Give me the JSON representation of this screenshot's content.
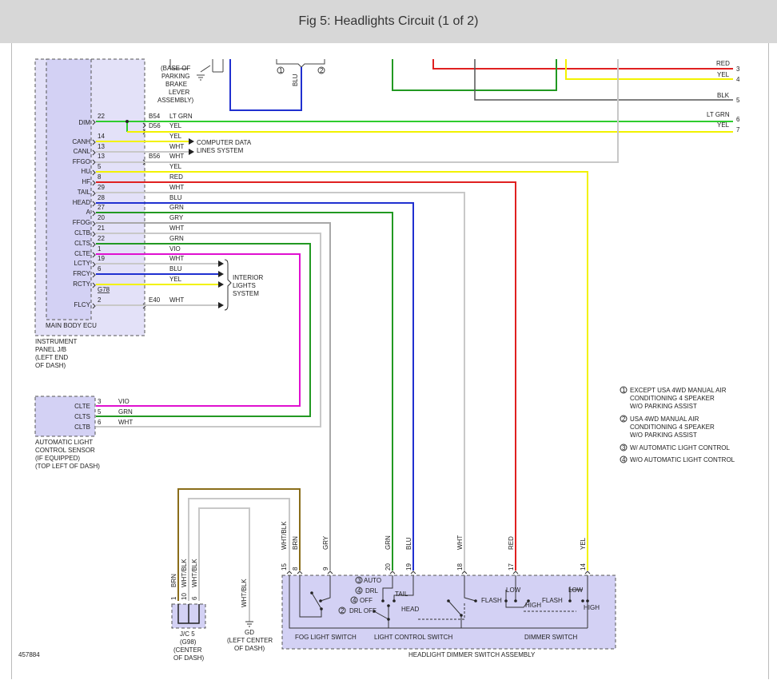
{
  "header": {
    "title": "Fig 5: Headlights Circuit (1 of 2)"
  },
  "colors": {
    "ltgrn": "#2ecc2e",
    "yel": "#f2f200",
    "wht": "#c8c8c8",
    "red": "#e02020",
    "blu": "#2030d0",
    "grn": "#229922",
    "gry": "#a8a8a8",
    "vio": "#e010d0",
    "brn": "#8a6d1a",
    "blk": "#555555",
    "box": "#d3d1f4"
  },
  "ecu": {
    "pins": [
      {
        "name": "DIM",
        "num": "22"
      },
      {
        "name": "CANH",
        "num": "14"
      },
      {
        "name": "CANL",
        "num": "13"
      },
      {
        "name": "FFGO",
        "num": "13"
      },
      {
        "name": "HU",
        "num": "5"
      },
      {
        "name": "HF",
        "num": "8"
      },
      {
        "name": "TAIL",
        "num": "29"
      },
      {
        "name": "HEAD",
        "num": "28"
      },
      {
        "name": "A",
        "num": "27"
      },
      {
        "name": "FFOG",
        "num": "20"
      },
      {
        "name": "CLTB",
        "num": "21"
      },
      {
        "name": "CLTS",
        "num": "22"
      },
      {
        "name": "CLTE",
        "num": "1"
      },
      {
        "name": "LCTY",
        "num": "19"
      },
      {
        "name": "FRCY",
        "num": "6"
      },
      {
        "name": "RCTY",
        "num": ""
      },
      {
        "name": "FLCY",
        "num": "2"
      }
    ],
    "wire_colors": [
      "LT GRN",
      "YEL",
      "YEL",
      "WHT",
      "WHT",
      "YEL",
      "RED",
      "WHT",
      "BLU",
      "GRN",
      "GRY",
      "WHT",
      "GRN",
      "VIO",
      "WHT",
      "BLU",
      "YEL",
      "WHT"
    ],
    "connectors": [
      "B54",
      "D56",
      "B56",
      "G78",
      "E40"
    ],
    "label": "MAIN BODY ECU",
    "panel_label": [
      "INSTRUMENT",
      "PANEL J/B",
      "(LEFT END",
      "OF DASH)"
    ]
  },
  "parking_brake": [
    "(BASE OF",
    "PARKING",
    "BRAKE",
    "LEVER",
    "ASSEMBLY)"
  ],
  "top_right_wires": [
    {
      "color": "RED",
      "num": "3"
    },
    {
      "color": "YEL",
      "num": "4"
    },
    {
      "color": "BLK",
      "num": "5"
    },
    {
      "color": "LT GRN",
      "num": "6"
    },
    {
      "color": "YEL",
      "num": "7"
    }
  ],
  "top_blu": "BLU",
  "top_circles": [
    "1",
    "2"
  ],
  "computer_data": [
    "COMPUTER DATA",
    "LINES SYSTEM"
  ],
  "interior_lights": [
    "INTERIOR",
    "LIGHTS",
    "SYSTEM"
  ],
  "sensor": {
    "pins": [
      {
        "name": "CLTE",
        "num": "3",
        "wire": "VIO"
      },
      {
        "name": "CLTS",
        "num": "5",
        "wire": "GRN"
      },
      {
        "name": "CLTB",
        "num": "6",
        "wire": "WHT"
      }
    ],
    "label": [
      "AUTOMATIC LIGHT",
      "CONTROL SENSOR",
      "(IF EQUIPPED)",
      "(TOP LEFT OF DASH)"
    ]
  },
  "notes": [
    {
      "num": "1",
      "lines": [
        "EXCEPT USA 4WD MANUAL AIR",
        "CONDITIONING 4 SPEAKER",
        "W/O PARKING ASSIST"
      ]
    },
    {
      "num": "2",
      "lines": [
        "USA 4WD MANUAL AIR",
        "CONDITIONING 4 SPEAKER",
        "W/O PARKING ASSIST"
      ]
    },
    {
      "num": "3",
      "lines": [
        "W/ AUTOMATIC LIGHT CONTROL"
      ]
    },
    {
      "num": "4",
      "lines": [
        "W/O AUTOMATIC LIGHT CONTROL"
      ]
    }
  ],
  "switch_pins": [
    {
      "num": "15",
      "wire": "WHT/BLK"
    },
    {
      "num": "8",
      "wire": "BRN"
    },
    {
      "num": "9",
      "wire": "GRY"
    },
    {
      "num": "20",
      "wire": "GRN"
    },
    {
      "num": "19",
      "wire": "BLU"
    },
    {
      "num": "18",
      "wire": "WHT"
    },
    {
      "num": "17",
      "wire": "RED"
    },
    {
      "num": "14",
      "wire": "YEL"
    }
  ],
  "switch": {
    "auto": "AUTO",
    "drl": "DRL",
    "off": "OFF",
    "drl_off": "DRL OFF",
    "tail": "TAIL",
    "head": "HEAD",
    "flash": "FLASH",
    "low": "LOW",
    "high": "HIGH",
    "fog": "FOG LIGHT SWITCH",
    "light_control": "LIGHT CONTROL SWITCH",
    "dimmer": "DIMMER SWITCH",
    "assembly": "HEADLIGHT DIMMER SWITCH ASSEMBLY"
  },
  "jc": {
    "wires": [
      "BRN",
      "WHT/BLK",
      "WHT/BLK"
    ],
    "pins": [
      "1",
      "10",
      "6"
    ],
    "label": [
      "J/C 5",
      "(G98)",
      "(CENTER",
      "OF DASH)"
    ]
  },
  "ground": {
    "wire": "WHT/BLK",
    "label": [
      "GD",
      "(LEFT CENTER",
      "OF DASH)"
    ]
  },
  "fig_id": "457884"
}
